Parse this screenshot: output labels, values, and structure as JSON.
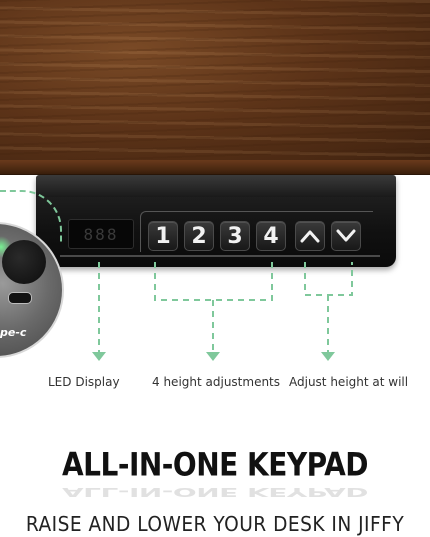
{
  "led": {
    "digits": "888"
  },
  "keypad": {
    "keys": [
      {
        "label": "1"
      },
      {
        "label": "2"
      },
      {
        "label": "3"
      },
      {
        "label": "4"
      }
    ],
    "up_icon": "chevron-up-icon",
    "down_icon": "chevron-down-icon"
  },
  "port": {
    "label": "pe-c"
  },
  "captions": {
    "led": "LED Display",
    "heights": "4 height adjustments",
    "adjust": "Adjust height at will"
  },
  "headline": "ALL-IN-ONE KEYPAD",
  "tagline": "RAISE AND LOWER YOUR DESK IN JIFFY",
  "colors": {
    "wood": "#5c3318",
    "controller": "#111111",
    "connector": "#7fc89b",
    "text": "#111111"
  }
}
